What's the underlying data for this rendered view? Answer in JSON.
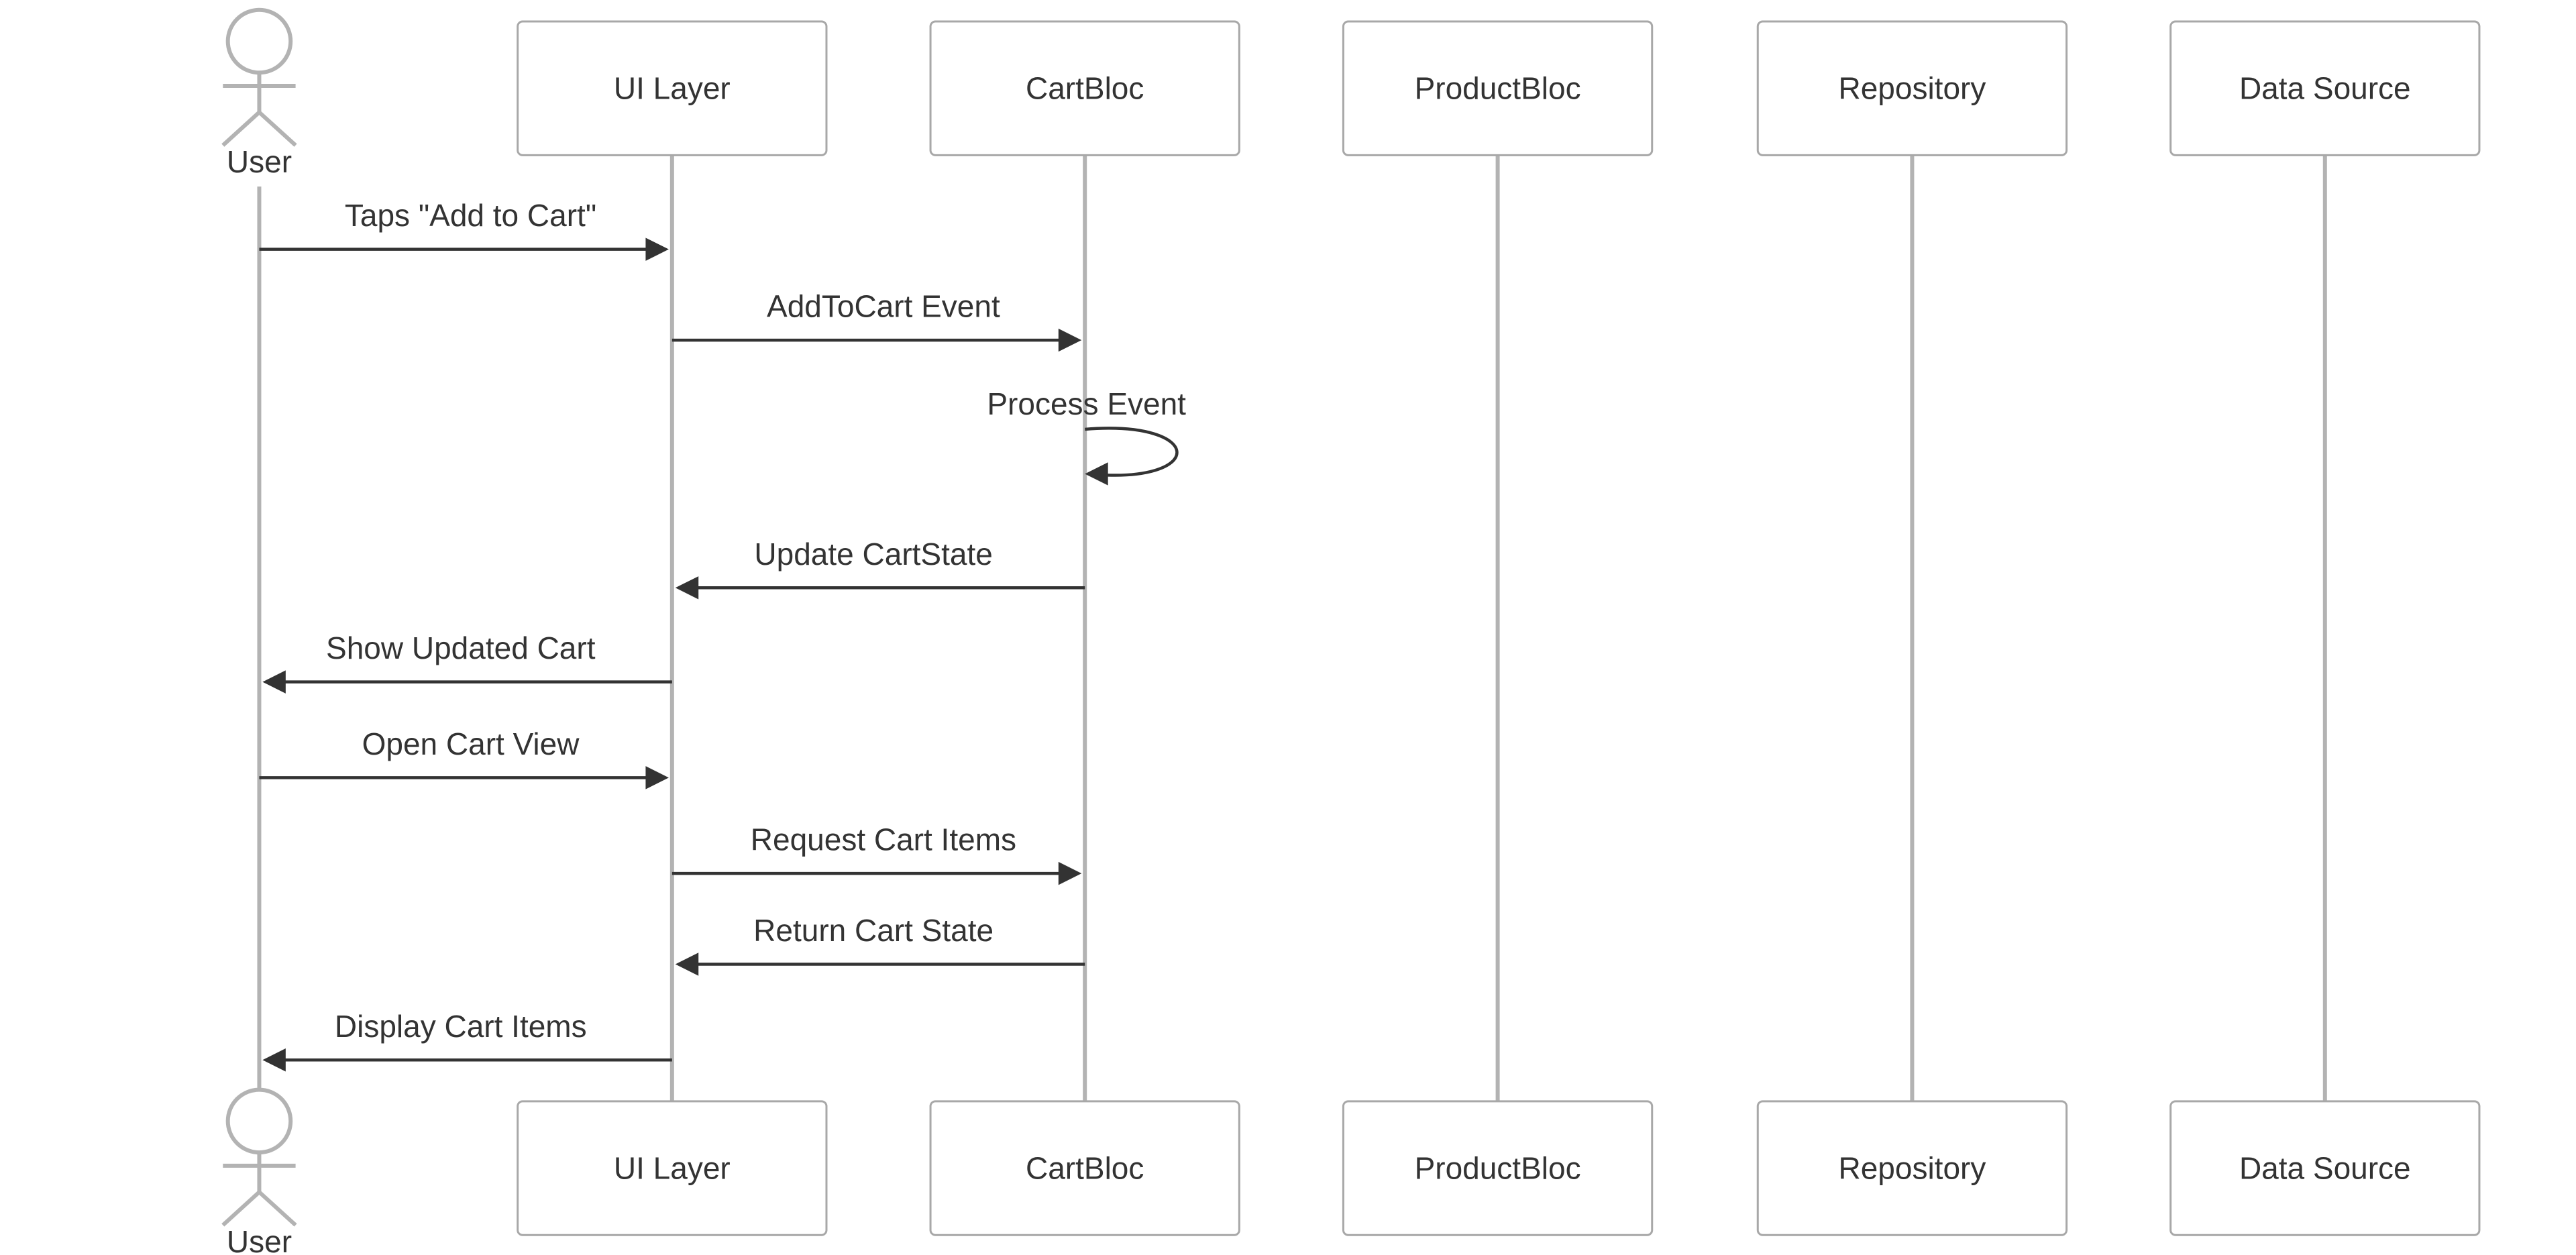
{
  "colors": {
    "background": "#ffffff",
    "box_border": "#a8a8a8",
    "lifeline": "#b3b3b3",
    "text": "#333333",
    "arrow": "#333333"
  },
  "participants": [
    {
      "id": "user",
      "label": "User",
      "kind": "actor",
      "icon": "person-icon"
    },
    {
      "id": "ui",
      "label": "UI Layer",
      "kind": "box"
    },
    {
      "id": "cart",
      "label": "CartBloc",
      "kind": "box"
    },
    {
      "id": "product",
      "label": "ProductBloc",
      "kind": "box"
    },
    {
      "id": "repo",
      "label": "Repository",
      "kind": "box"
    },
    {
      "id": "ds",
      "label": "Data Source",
      "kind": "box"
    }
  ],
  "messages": [
    {
      "from": "user",
      "to": "ui",
      "label": "Taps \"Add to Cart\""
    },
    {
      "from": "ui",
      "to": "cart",
      "label": "AddToCart Event"
    },
    {
      "from": "cart",
      "to": "cart",
      "label": "Process Event"
    },
    {
      "from": "cart",
      "to": "ui",
      "label": "Update CartState"
    },
    {
      "from": "ui",
      "to": "user",
      "label": "Show Updated Cart"
    },
    {
      "from": "user",
      "to": "ui",
      "label": "Open Cart View"
    },
    {
      "from": "ui",
      "to": "cart",
      "label": "Request Cart Items"
    },
    {
      "from": "cart",
      "to": "ui",
      "label": "Return Cart State"
    },
    {
      "from": "ui",
      "to": "user",
      "label": "Display Cart Items"
    }
  ]
}
